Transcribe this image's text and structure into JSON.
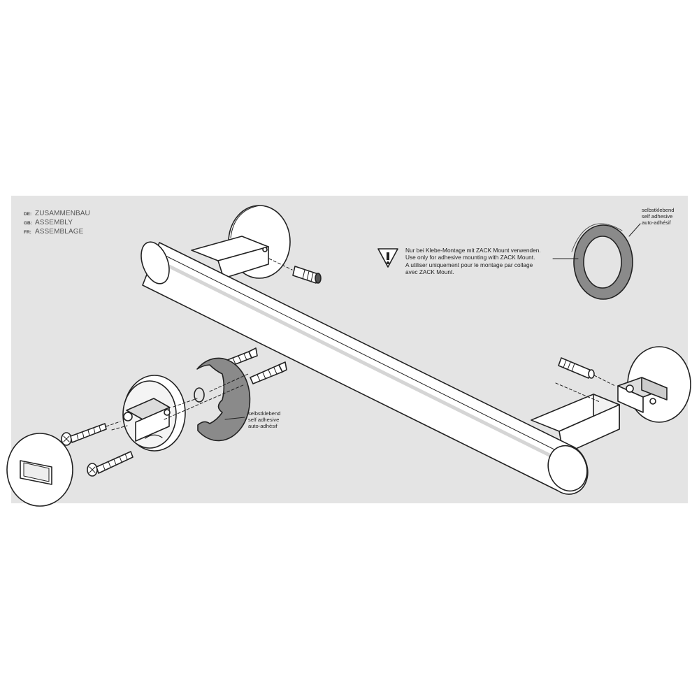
{
  "colors": {
    "background": "#ffffff",
    "panel": "#e4e4e4",
    "line": "#222222",
    "part_fill": "#ffffff",
    "adhesive_fill": "#8a8a8a"
  },
  "legend": {
    "rows": [
      {
        "code": "DE:",
        "text": "ZUSAMMENBAU"
      },
      {
        "code": "GB:",
        "text": "ASSEMBLY"
      },
      {
        "code": "FR:",
        "text": "ASSEMBLAGE"
      }
    ]
  },
  "warning": {
    "icon": "warning-triangle-icon",
    "lines": [
      "Nur bei Klebe-Montage mit ZACK Mount verwenden.",
      "Use only for adhesive mounting with ZACK Mount.",
      "A utiliser uniquement pour le montage par collage",
      "avec ZACK Mount."
    ]
  },
  "adhesive_ring_label": {
    "lines": [
      "selbstklebend",
      "self adhesive",
      "auto-adhésif"
    ]
  },
  "adhesive_plate_label": {
    "lines": [
      "selbstklebend",
      "self adhesive",
      "auto-adhésif"
    ]
  }
}
